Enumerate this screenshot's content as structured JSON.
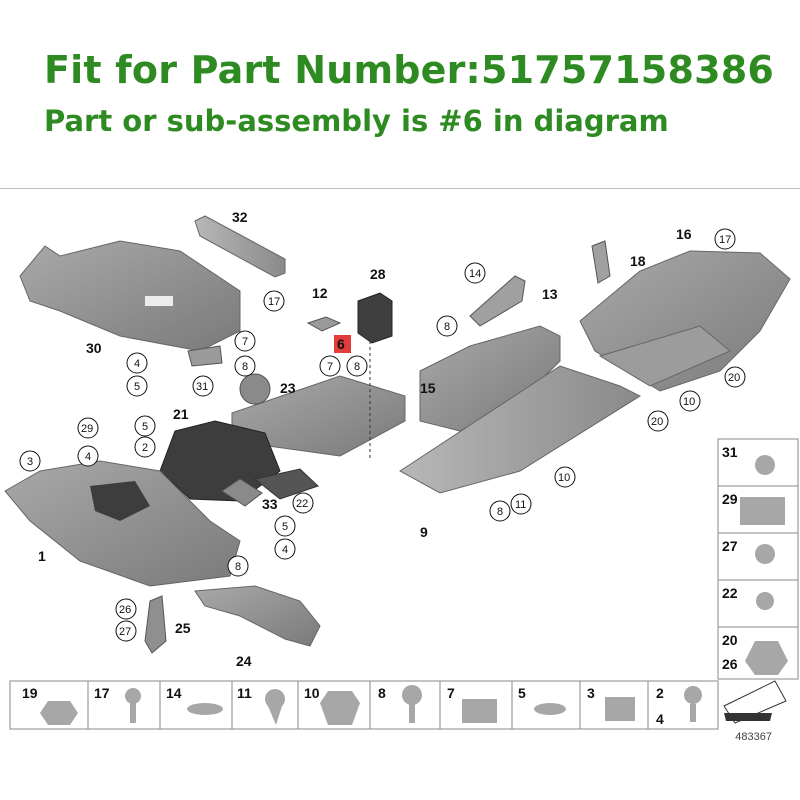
{
  "header": {
    "title": "Fit for Part Number:51757158386",
    "subtitle": "Part or sub-assembly is #6 in diagram"
  },
  "diagram": {
    "reference_id": "483367",
    "highlight_color": "#e23b3b",
    "highlighted_part": "6",
    "labels": {
      "p32": "32",
      "p17a": "17",
      "p12": "12",
      "p28": "28",
      "p14": "14",
      "p13": "13",
      "p18": "18",
      "p16": "16",
      "p17b": "17",
      "p30": "30",
      "p7a": "7",
      "p8a": "8",
      "p4a": "4",
      "p5a": "5",
      "p31a": "31",
      "p23": "23",
      "p6": "6",
      "p7b": "7",
      "p8b": "8",
      "p15": "15",
      "p8c": "8",
      "p20a": "20",
      "p10a": "10",
      "p20b": "20",
      "p21": "21",
      "p29a": "29",
      "p5b": "5",
      "p3a": "3",
      "p4b": "4",
      "p2a": "2",
      "p10b": "10",
      "p1": "1",
      "p33": "33",
      "p22": "22",
      "p5c": "5",
      "p4c": "4",
      "p8d": "8",
      "p11a": "11",
      "p9": "9",
      "p8e": "8",
      "p26a": "26",
      "p27a": "27",
      "p25": "25",
      "p24": "24"
    },
    "side_panel": [
      "31",
      "29",
      "27",
      "22",
      "20",
      "26"
    ],
    "bottom_row": [
      "19",
      "17",
      "14",
      "11",
      "10",
      "8",
      "7",
      "5",
      "3",
      "2",
      "4"
    ]
  }
}
